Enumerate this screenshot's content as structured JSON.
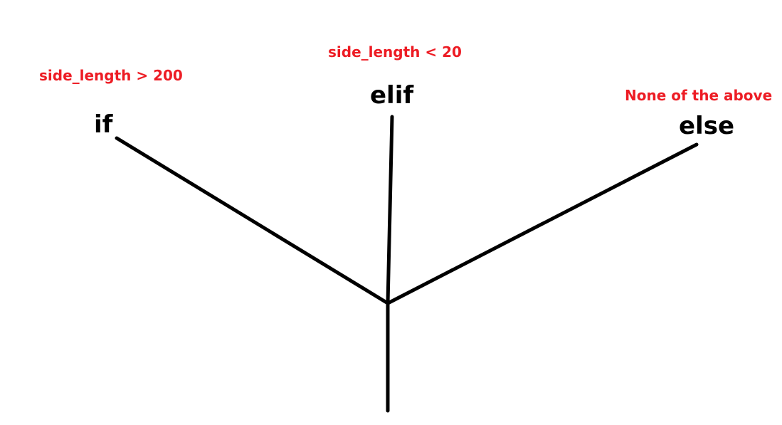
{
  "branches": {
    "if": {
      "keyword": "if",
      "condition": "side_length > 200"
    },
    "elif": {
      "keyword": "elif",
      "condition": "side_length < 20"
    },
    "else": {
      "keyword": "else",
      "condition": "None of the above"
    }
  },
  "colors": {
    "condition": "#ed1c24",
    "keyword": "#000000",
    "line": "#000000"
  }
}
